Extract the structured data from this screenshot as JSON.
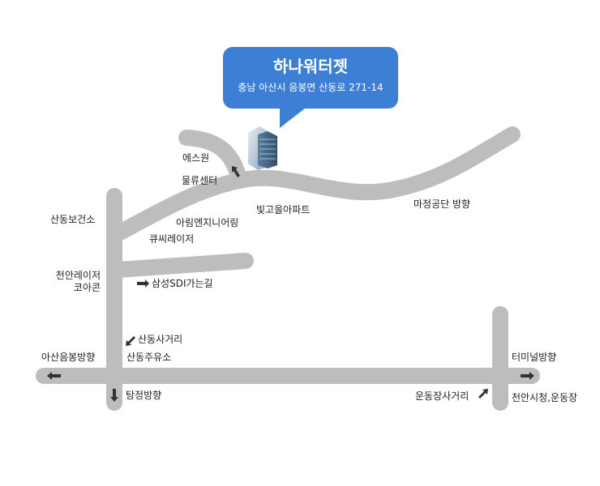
{
  "destination": {
    "name": "하나워터젯",
    "address": "충남 아산시 음봉면 산동로 271-14"
  },
  "colors": {
    "road": "#bdbdbd",
    "callout": "#3d7fd4",
    "arrow": "#333333"
  },
  "labels": {
    "es_one": "에스원",
    "logistics_center": "물류센터",
    "bitgoeul_apt": "빛고을아파트",
    "majeong_direction": "마정공단 방향",
    "sandong_health": "산동보건소",
    "arim_engineering": "아림엔지니어링",
    "qci_laser": "큐씨레이저",
    "cheonan_laser": "천안레이저",
    "coacon": "코아콘",
    "samsung_sdi_road": "삼성SDI가는길",
    "sandong_intersection": "산동사거리",
    "sandong_gas_station": "산동주유소",
    "asan_eumbong_direction": "아산음봉방향",
    "terminal_direction": "터미널방향",
    "tangjeong_direction": "탕정방향",
    "stadium_intersection": "운동장사거리",
    "cheonan_cityhall": "천안시청,운동장"
  },
  "icons": {
    "building": "office-building-icon",
    "arrow_west": "arrow-left-icon",
    "arrow_east": "arrow-right-icon",
    "arrow_south": "arrow-down-icon",
    "arrow_northwest": "arrow-up-left-icon",
    "arrow_southwest": "arrow-down-left-icon",
    "arrow_northeast": "arrow-up-right-icon",
    "arrow_right_small": "arrow-right-icon"
  }
}
